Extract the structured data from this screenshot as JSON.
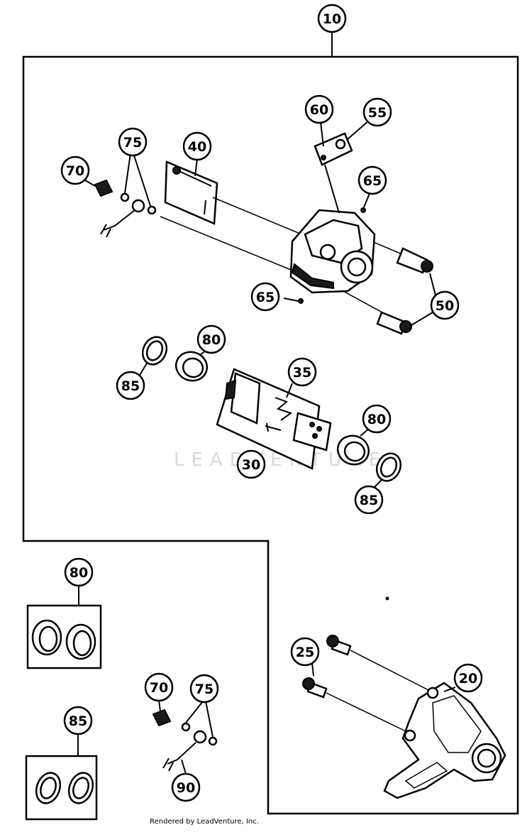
{
  "diagram": {
    "watermark": "LEADVENTURE",
    "footer": "Rendered by LeadVenture, Inc.",
    "callouts": [
      {
        "id": "c10a",
        "label": "10"
      },
      {
        "id": "c60",
        "label": "60"
      },
      {
        "id": "c55",
        "label": "55"
      },
      {
        "id": "c75a",
        "label": "75"
      },
      {
        "id": "c40",
        "label": "40"
      },
      {
        "id": "c70a",
        "label": "70"
      },
      {
        "id": "c65a",
        "label": "65"
      },
      {
        "id": "c65b",
        "label": "65"
      },
      {
        "id": "c50",
        "label": "50"
      },
      {
        "id": "c80a",
        "label": "80"
      },
      {
        "id": "c85a",
        "label": "85"
      },
      {
        "id": "c35",
        "label": "35"
      },
      {
        "id": "c80b",
        "label": "80"
      },
      {
        "id": "c30",
        "label": "30"
      },
      {
        "id": "c85b",
        "label": "85"
      },
      {
        "id": "c80c",
        "label": "80"
      },
      {
        "id": "c85c",
        "label": "85"
      },
      {
        "id": "c70b",
        "label": "70"
      },
      {
        "id": "c75b",
        "label": "75"
      },
      {
        "id": "c90",
        "label": "90"
      },
      {
        "id": "c25",
        "label": "25"
      },
      {
        "id": "c20",
        "label": "20"
      }
    ]
  }
}
